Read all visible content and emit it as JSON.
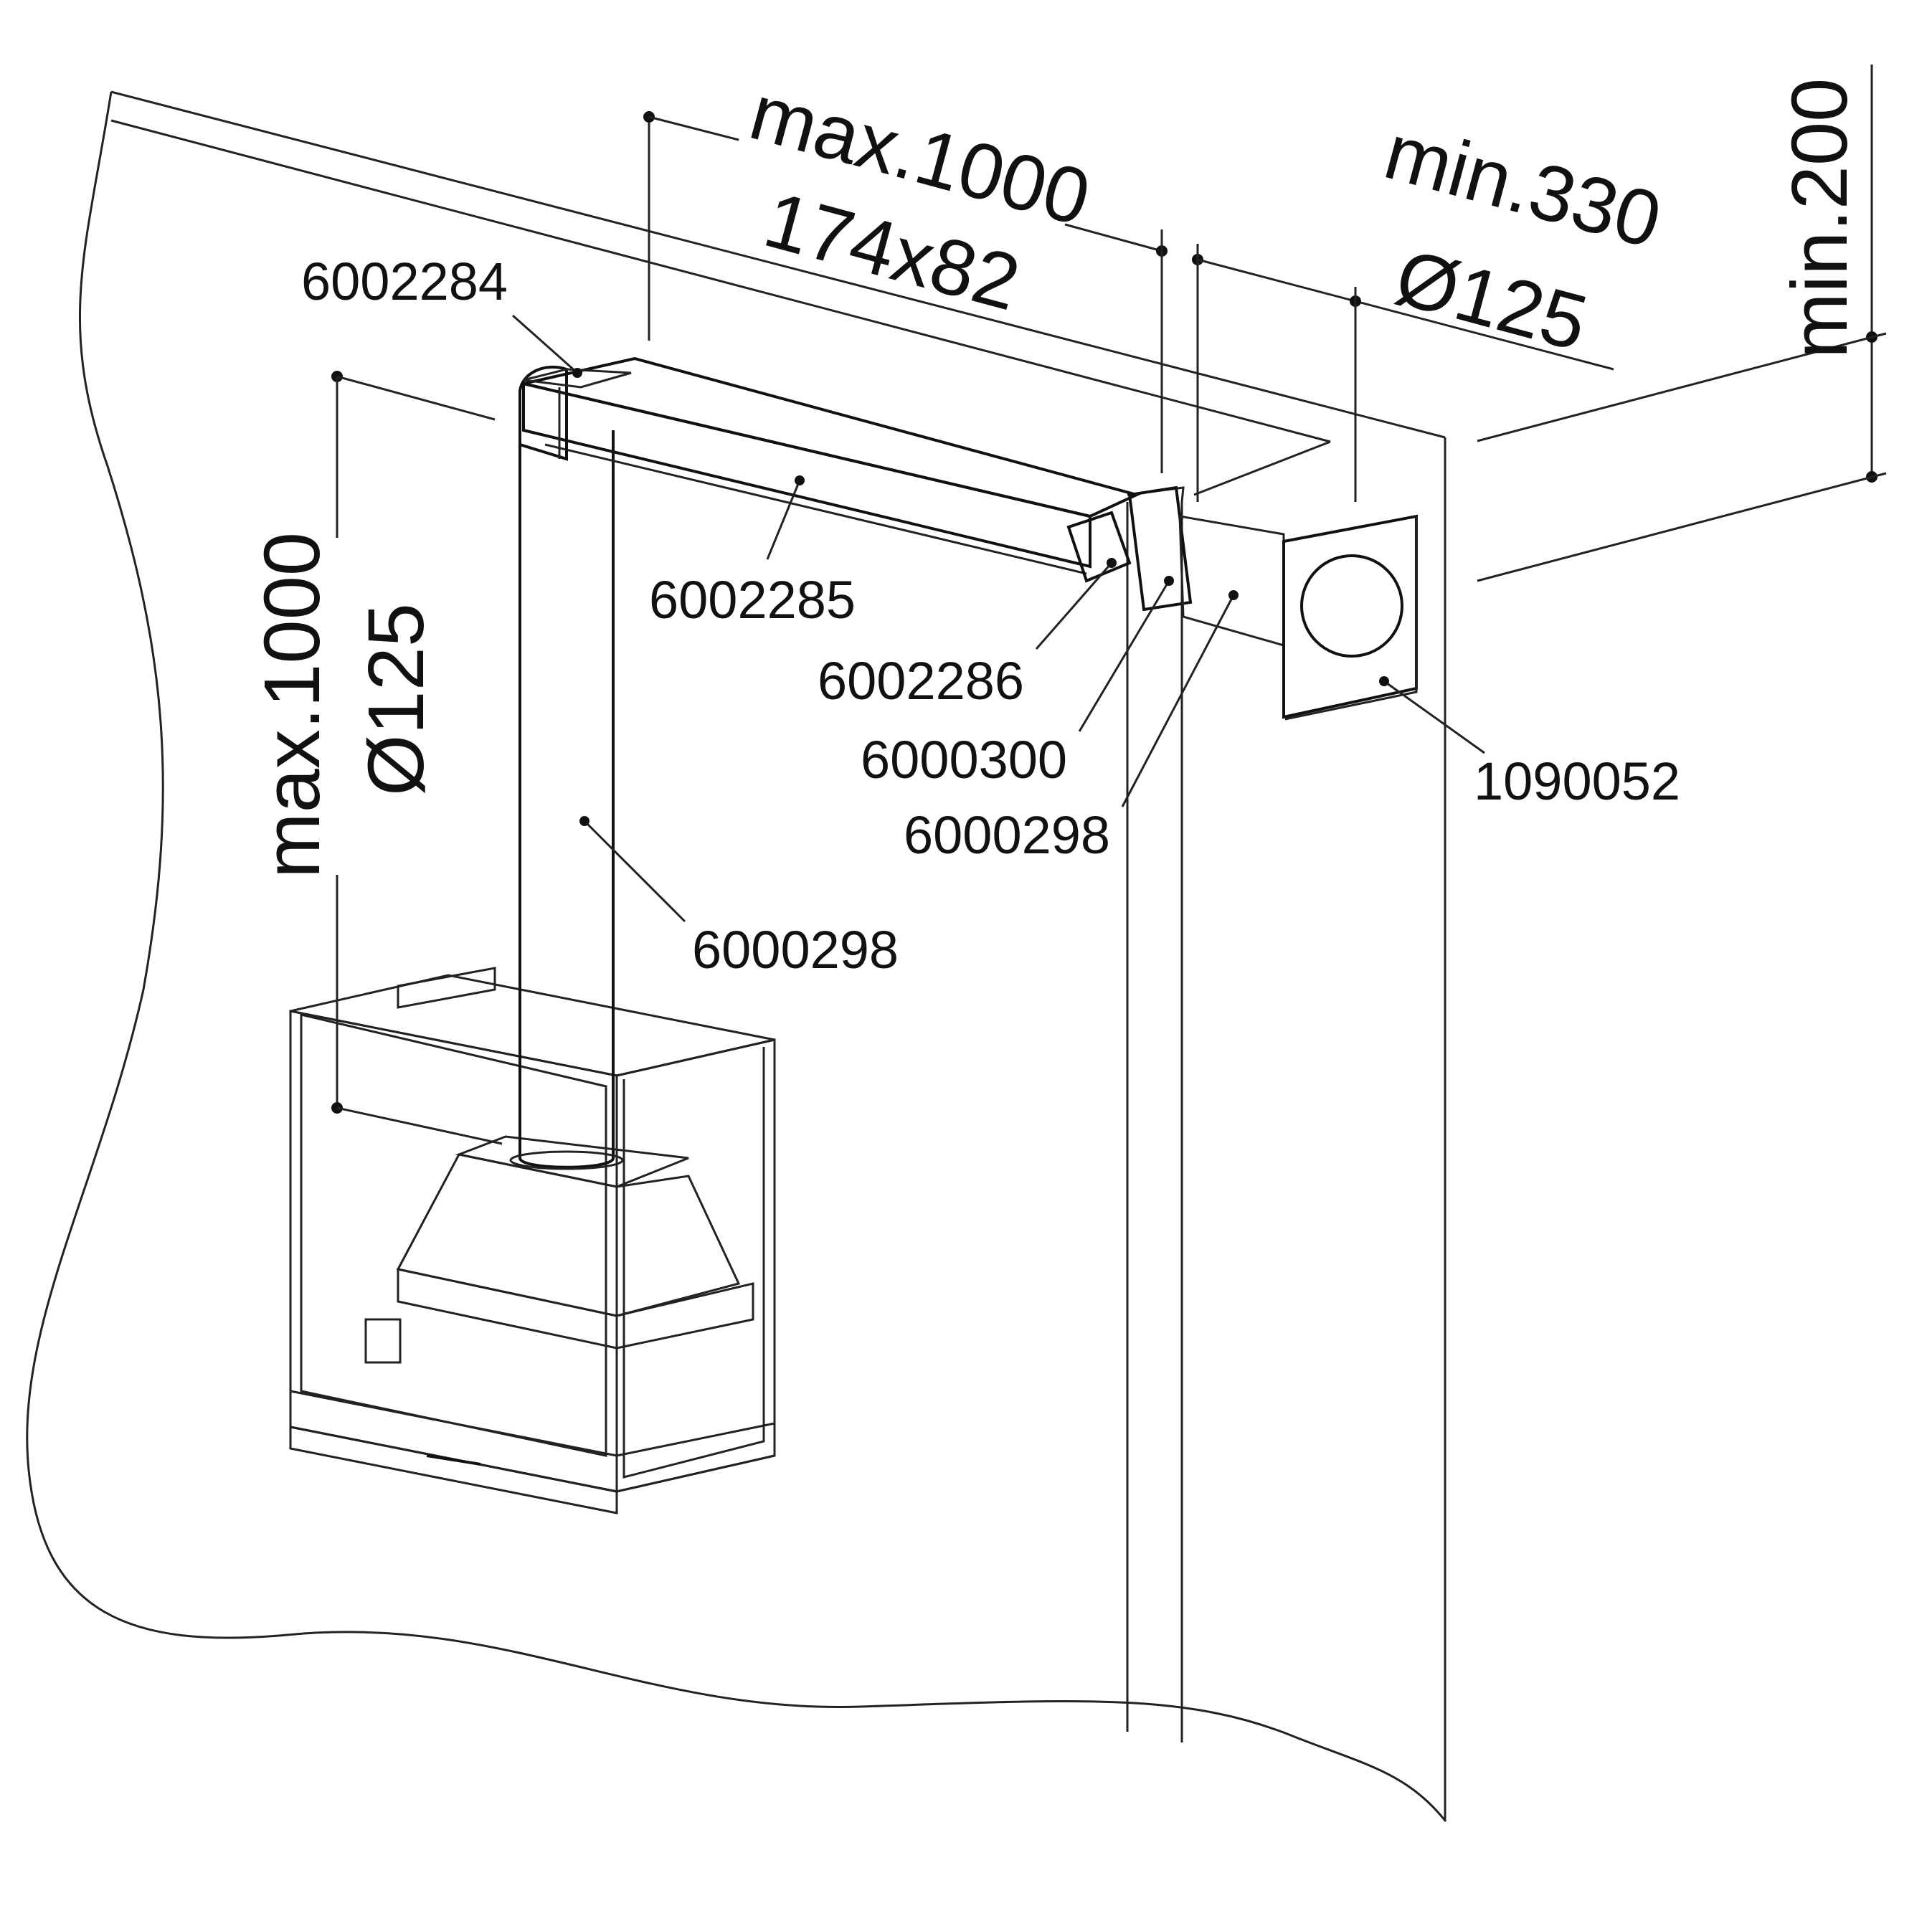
{
  "colors": {
    "line": "#111111",
    "duct_fill": "#e9e9e9",
    "hood_fill": "#cfcfcf",
    "cabinet_fill": "#f4f4f4",
    "background": "#ffffff"
  },
  "dimensions": {
    "horizontal_length": "max.1000",
    "horizontal_section": "174x82",
    "wall_offset": "min.330",
    "wall_diameter": "Ø125",
    "top_clearance": "min.200",
    "vertical_length": "max.1000",
    "vertical_diameter": "Ø125"
  },
  "parts": {
    "elbow": "6002284",
    "flat_duct": "6002285",
    "flat_to_round_adapter": "6002286",
    "round_elbow": "6000300",
    "round_pipe_wall": "6000298",
    "round_pipe_vertical": "6000298",
    "wall_outlet": "1090052"
  }
}
